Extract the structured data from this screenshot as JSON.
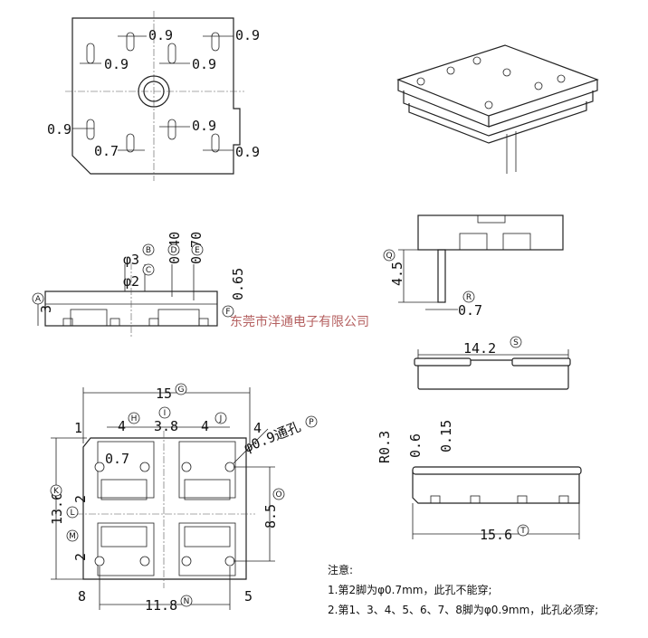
{
  "dims": {
    "top_09": [
      "0.9",
      "0.9",
      "0.9",
      "0.9",
      "0.9",
      "0.9",
      "0.9"
    ],
    "top_07": "0.7",
    "phi3": "φ3",
    "phi2": "φ2",
    "d040": "0.40",
    "d070": "0.70",
    "d065": "0.65",
    "d3": "3",
    "d45": "4.5",
    "d07q": "0.7",
    "d142": "14.2",
    "d15": "15",
    "d4a": "4",
    "d38": "3.8",
    "d4b": "4",
    "d09hole": "φ0.9通孔",
    "d07b": "0.7",
    "d136": "13.6",
    "d2a": "2",
    "d2b": "2",
    "d85": "8.5",
    "d118": "11.8",
    "r03": "R0.3",
    "d06": "0.6",
    "d015": "0.15",
    "d156": "15.6"
  },
  "pins": {
    "p1": "1",
    "p4": "4",
    "p8": "8",
    "p5": "5"
  },
  "labels": [
    "A",
    "B",
    "C",
    "D",
    "E",
    "F",
    "G",
    "H",
    "I",
    "J",
    "K",
    "L",
    "M",
    "N",
    "O",
    "P",
    "Q",
    "R",
    "S",
    "T"
  ],
  "watermark": "东莞市洋通电子有限公司",
  "notes": {
    "heading": "注意:",
    "line1": "1.第2脚为φ0.7mm，此孔不能穿;",
    "line2": "2.第1、3、4、5、6、7、8脚为φ0.9mm，此孔必须穿;"
  }
}
